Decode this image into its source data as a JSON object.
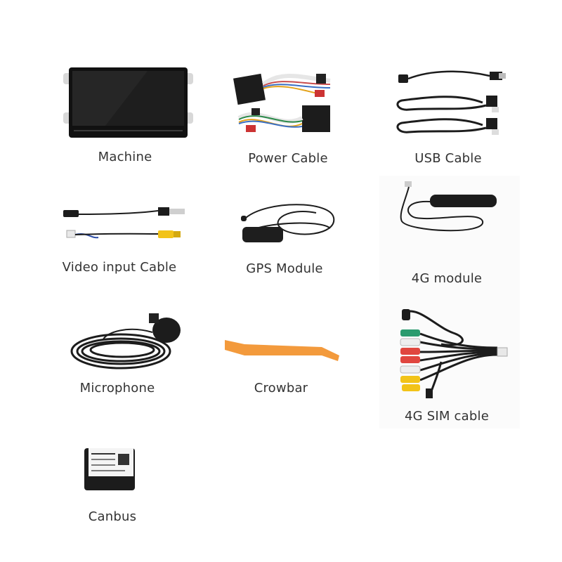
{
  "items": [
    {
      "id": "machine",
      "label": "Machine",
      "icon": "head-unit-screen-icon"
    },
    {
      "id": "power-cable",
      "label": "Power Cable",
      "icon": "wiring-harness-icon"
    },
    {
      "id": "usb-cable",
      "label": "USB Cable",
      "icon": "usb-cable-icon"
    },
    {
      "id": "video-input-cable",
      "label": "Video input Cable",
      "icon": "rca-video-cable-icon"
    },
    {
      "id": "gps-module",
      "label": "GPS Module",
      "icon": "gps-antenna-icon"
    },
    {
      "id": "4g-module",
      "label": "4G module",
      "icon": "4g-antenna-icon"
    },
    {
      "id": "microphone",
      "label": "Microphone",
      "icon": "microphone-icon"
    },
    {
      "id": "crowbar",
      "label": "Crowbar",
      "icon": "pry-tool-icon"
    },
    {
      "id": "4g-sim-cable",
      "label": "4G SIM cable",
      "icon": "rca-sim-cable-icon"
    },
    {
      "id": "canbus",
      "label": "Canbus",
      "icon": "canbus-box-icon"
    }
  ],
  "colors": {
    "label": "#333333",
    "crowbar": "#f39a3c",
    "device": "#1c1c1c",
    "rca_yellow": "#f2c318",
    "rca_red": "#e0463f",
    "rca_green": "#2a9b6e"
  }
}
